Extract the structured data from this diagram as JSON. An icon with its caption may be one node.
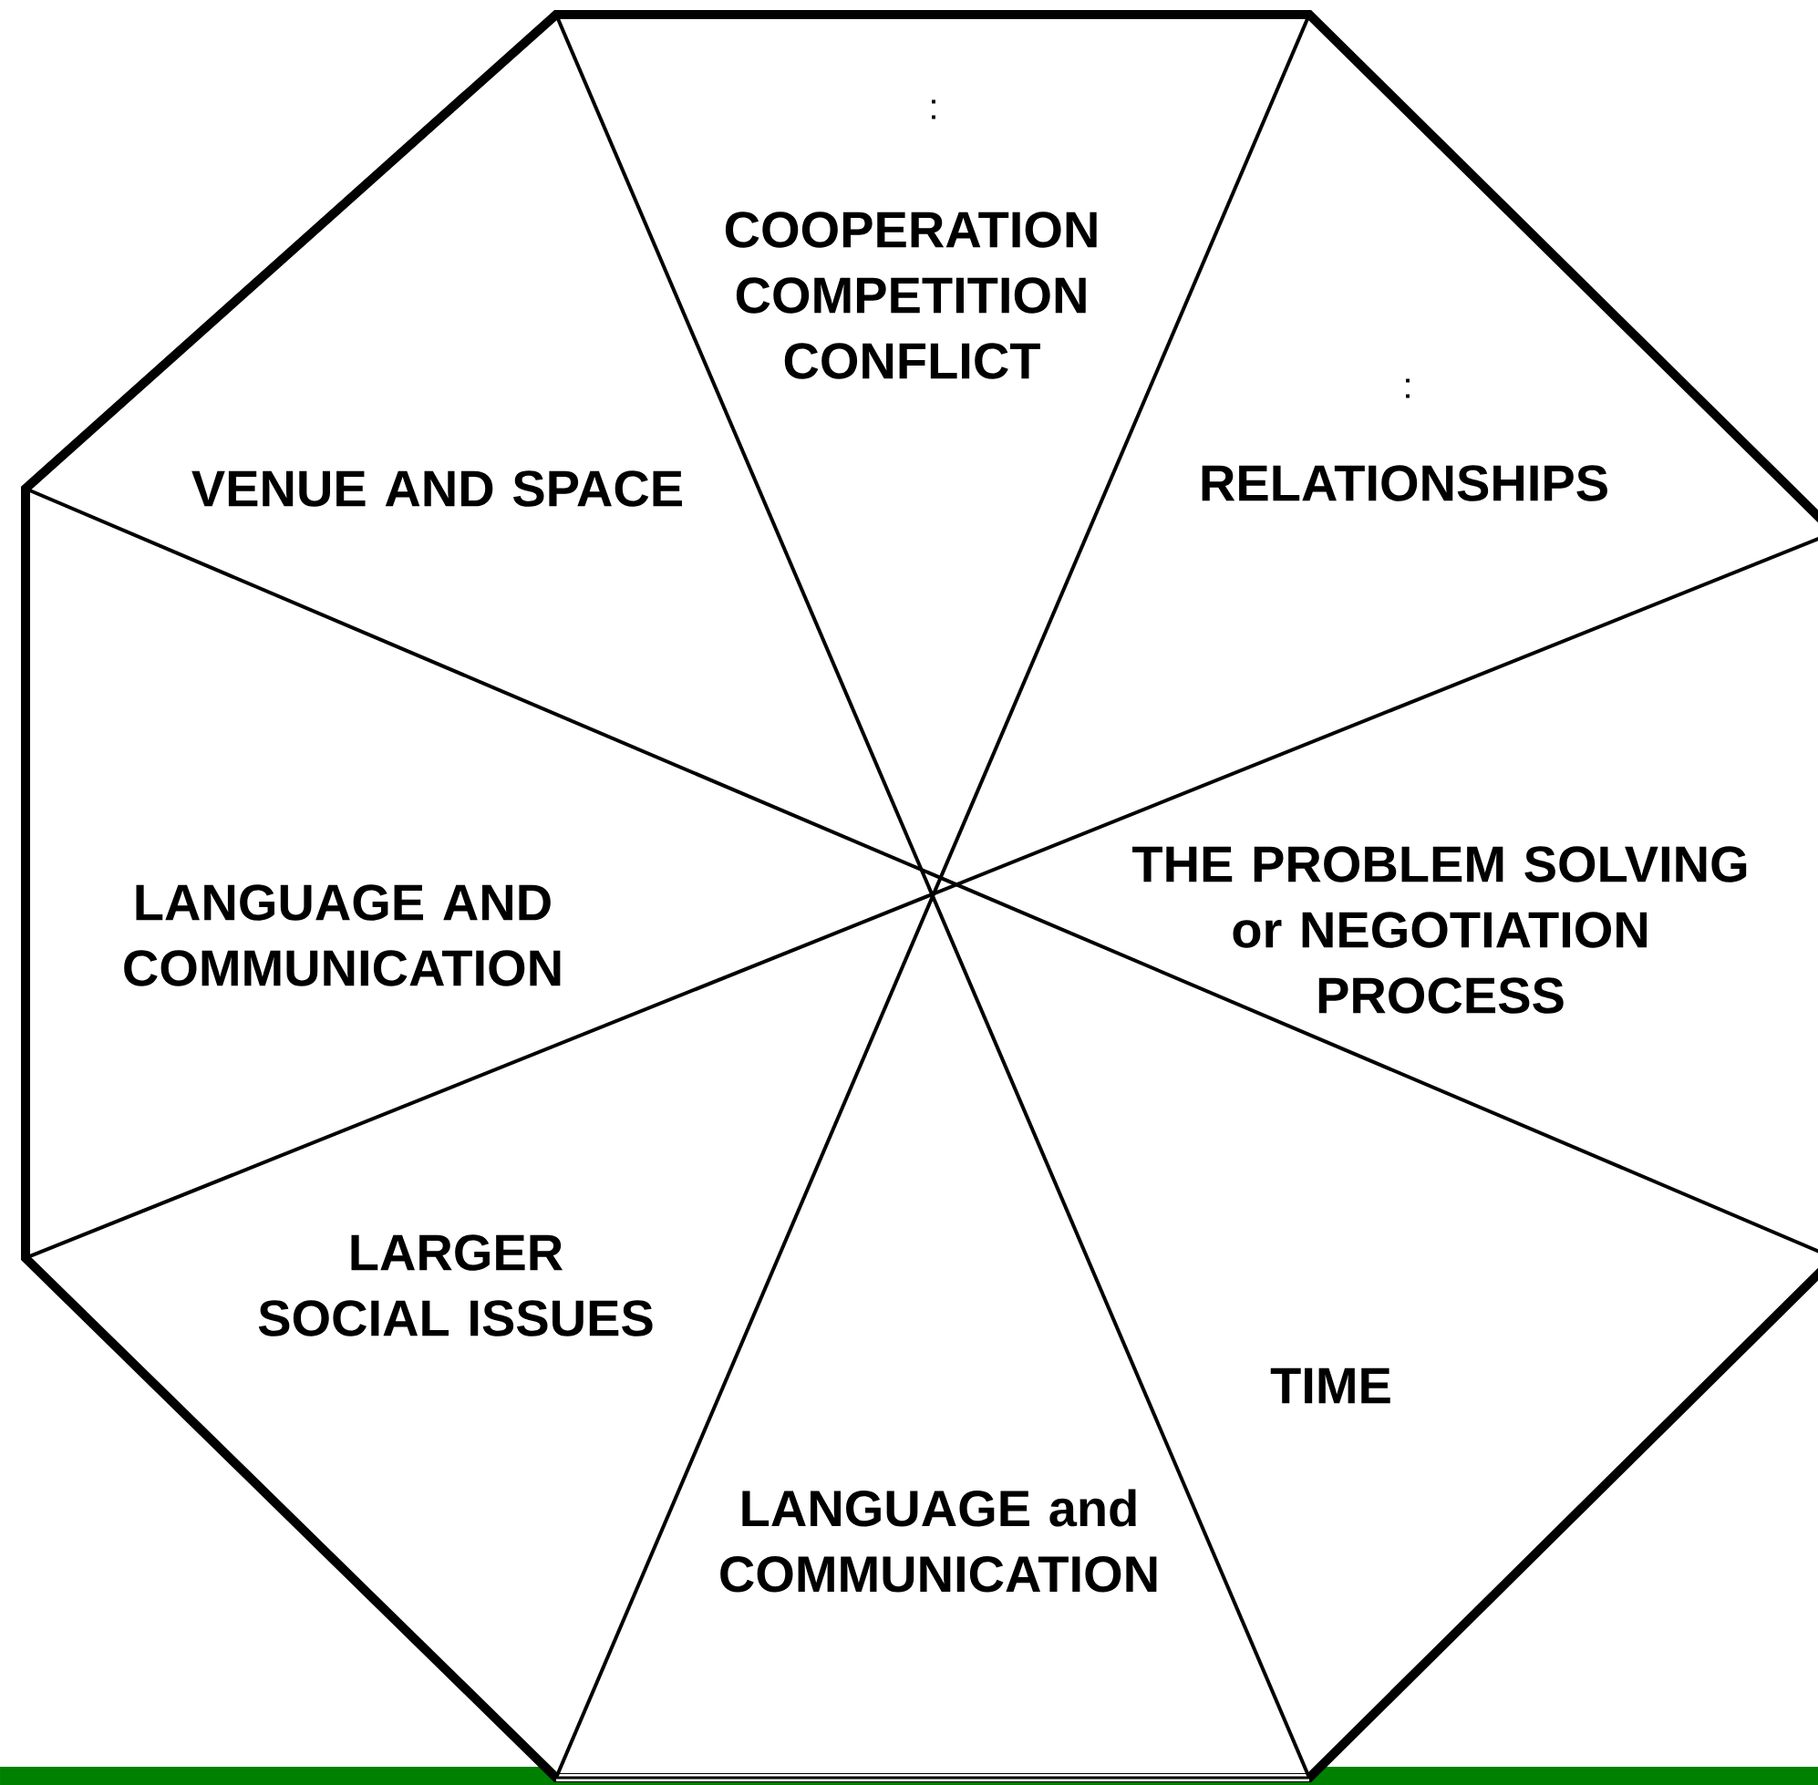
{
  "diagram": {
    "nodes": [
      {
        "text": [
          ":",
          "COOPERATION COMPETITION CONFLICT"
        ]
      },
      {
        "text": [
          ":",
          "RELATIONSHIPS"
        ]
      },
      {
        "text": [
          "THE PROBLEM SOLVING or NEGOTIATION PROCESS"
        ]
      },
      {
        "text": [
          "TIME"
        ]
      },
      {
        "text": [
          "LANGUAGE and COMMUNICATION"
        ]
      },
      {
        "text": [
          "LARGER SOCIAL ISSUES"
        ]
      },
      {
        "text": [
          "LANGUAGE AND COMMUNICATION"
        ]
      },
      {
        "text": [
          "VENUE AND SPACE"
        ]
      }
    ]
  }
}
